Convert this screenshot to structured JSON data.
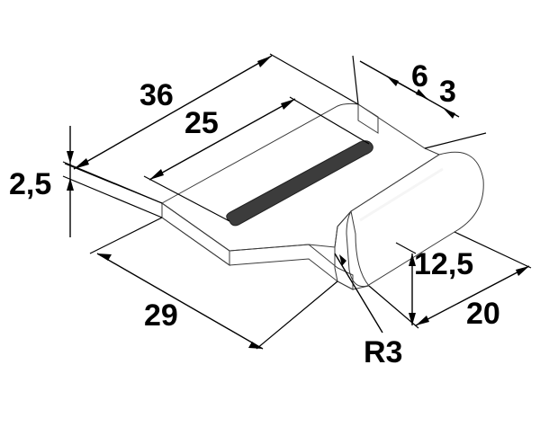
{
  "drawing": {
    "colors": {
      "top_face": "#c9c9c9",
      "side_face": "#8e8e8e",
      "front_face": "#a6a6a6",
      "cylinder_light": "#d6d6d6",
      "cylinder_dark": "#7e7e7e",
      "slot": "#3c3c3c",
      "ink": "#000000",
      "background": "#ffffff"
    },
    "dimensions": {
      "length_overall": "36",
      "slot_length": "25",
      "width_6": "6",
      "width_3": "3",
      "thickness": "2,5",
      "length_29": "29",
      "height_12_5": "12,5",
      "depth_20": "20",
      "radius": "R3"
    }
  }
}
